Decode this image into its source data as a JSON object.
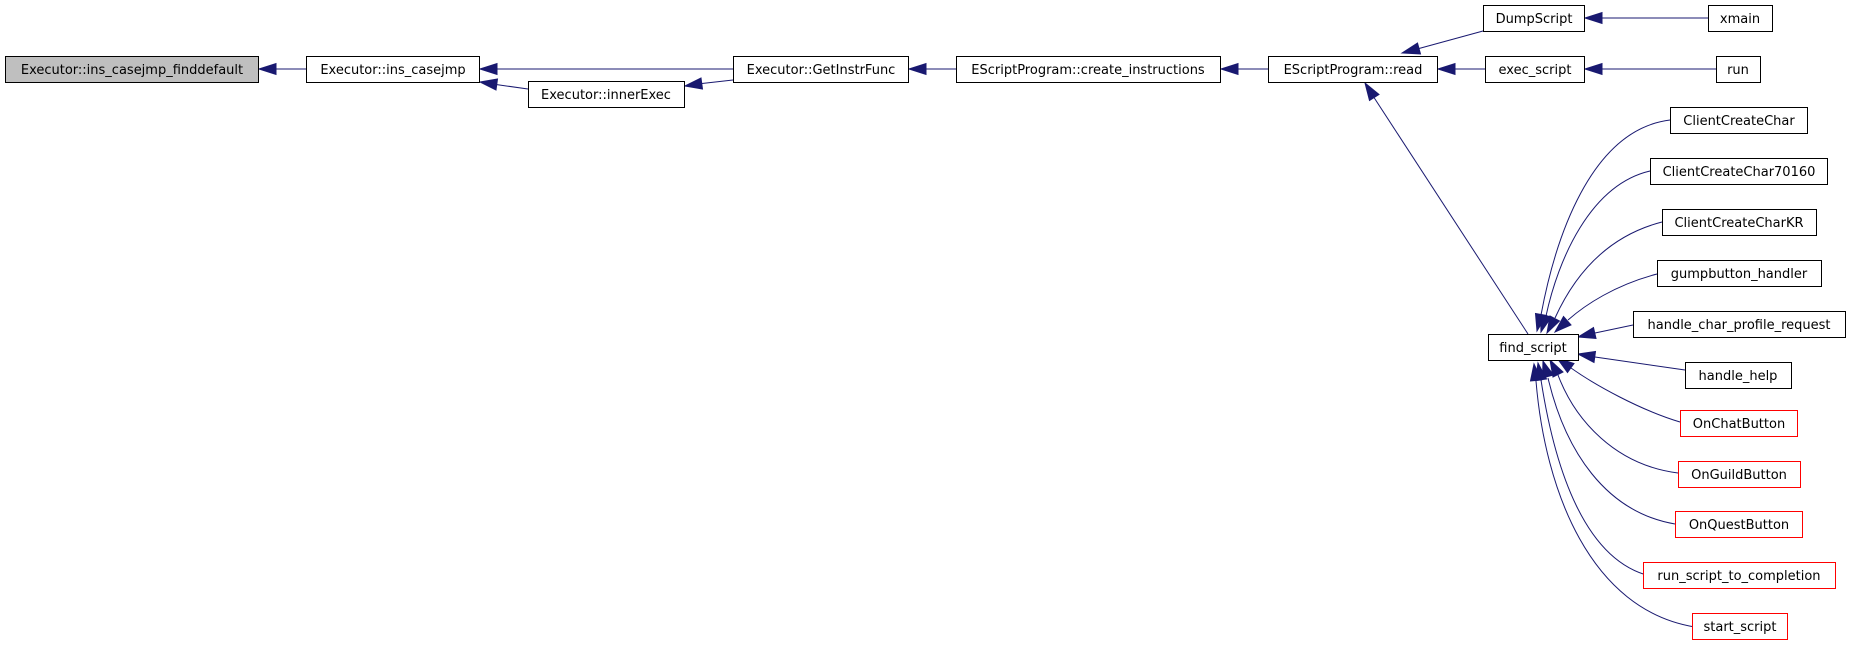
{
  "graph": {
    "edge_color": "#191970",
    "root_fill": "#bfbfbf",
    "truncated_border": "#ff0000",
    "nodes": {
      "n_finddefault": {
        "label": "Executor::ins_casejmp_finddefault",
        "style": "root"
      },
      "n_casejmp": {
        "label": "Executor::ins_casejmp",
        "style": "normal"
      },
      "n_getinstr": {
        "label": "Executor::GetInstrFunc",
        "style": "normal"
      },
      "n_innerexec": {
        "label": "Executor::innerExec",
        "style": "normal"
      },
      "n_create": {
        "label": "EScriptProgram::create_instructions",
        "style": "normal"
      },
      "n_read": {
        "label": "EScriptProgram::read",
        "style": "normal"
      },
      "n_dumpscript": {
        "label": "DumpScript",
        "style": "normal"
      },
      "n_exec": {
        "label": "exec_script",
        "style": "normal"
      },
      "n_find": {
        "label": "find_script",
        "style": "normal"
      },
      "n_xmain": {
        "label": "xmain",
        "style": "normal"
      },
      "n_run": {
        "label": "run",
        "style": "normal"
      },
      "n_cc": {
        "label": "ClientCreateChar",
        "style": "normal"
      },
      "n_cc70160": {
        "label": "ClientCreateChar70160",
        "style": "normal"
      },
      "n_cckr": {
        "label": "ClientCreateCharKR",
        "style": "normal"
      },
      "n_gump": {
        "label": "gumpbutton_handler",
        "style": "normal"
      },
      "n_profile": {
        "label": "handle_char_profile_request",
        "style": "normal"
      },
      "n_help": {
        "label": "handle_help",
        "style": "normal"
      },
      "n_chat": {
        "label": "OnChatButton",
        "style": "truncated"
      },
      "n_guild": {
        "label": "OnGuildButton",
        "style": "truncated"
      },
      "n_quest": {
        "label": "OnQuestButton",
        "style": "truncated"
      },
      "n_rstc": {
        "label": "run_script_to_completion",
        "style": "truncated"
      },
      "n_start": {
        "label": "start_script",
        "style": "truncated"
      }
    },
    "edges": [
      {
        "from": "n_casejmp",
        "to": "n_finddefault"
      },
      {
        "from": "n_getinstr",
        "to": "n_casejmp"
      },
      {
        "from": "n_innerexec",
        "to": "n_casejmp"
      },
      {
        "from": "n_getinstr",
        "to": "n_innerexec"
      },
      {
        "from": "n_create",
        "to": "n_getinstr"
      },
      {
        "from": "n_read",
        "to": "n_create"
      },
      {
        "from": "n_dumpscript",
        "to": "n_read"
      },
      {
        "from": "n_exec",
        "to": "n_read"
      },
      {
        "from": "n_find",
        "to": "n_read"
      },
      {
        "from": "n_xmain",
        "to": "n_dumpscript"
      },
      {
        "from": "n_run",
        "to": "n_exec"
      },
      {
        "from": "n_cc",
        "to": "n_find"
      },
      {
        "from": "n_cc70160",
        "to": "n_find"
      },
      {
        "from": "n_cckr",
        "to": "n_find"
      },
      {
        "from": "n_gump",
        "to": "n_find"
      },
      {
        "from": "n_profile",
        "to": "n_find"
      },
      {
        "from": "n_help",
        "to": "n_find"
      },
      {
        "from": "n_chat",
        "to": "n_find"
      },
      {
        "from": "n_guild",
        "to": "n_find"
      },
      {
        "from": "n_quest",
        "to": "n_find"
      },
      {
        "from": "n_rstc",
        "to": "n_find"
      },
      {
        "from": "n_start",
        "to": "n_find"
      }
    ]
  }
}
